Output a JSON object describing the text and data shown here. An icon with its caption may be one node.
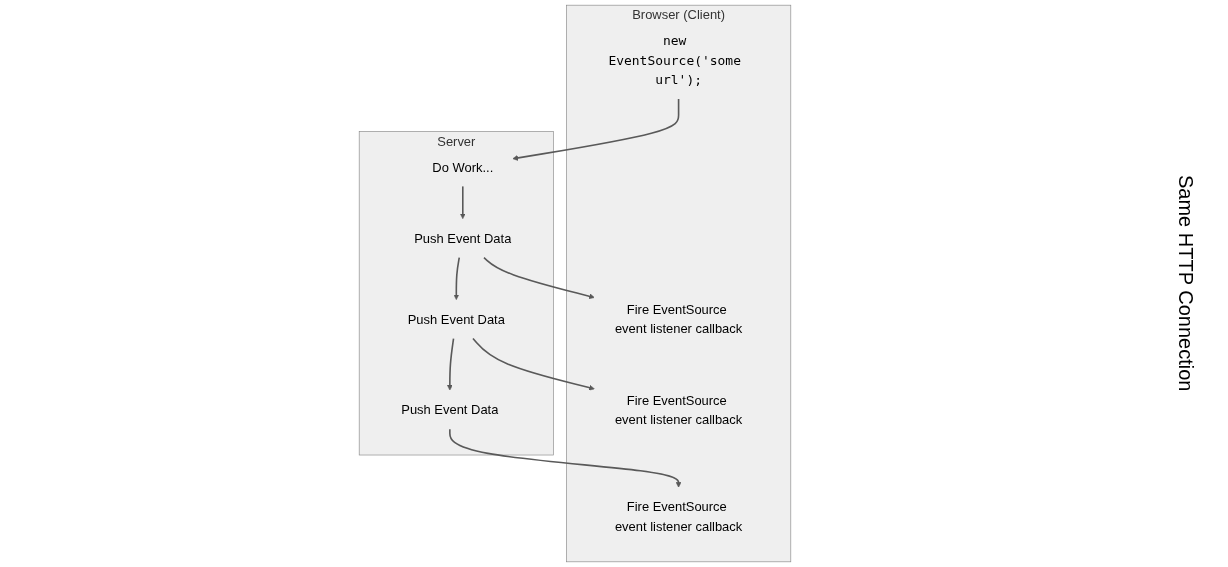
{
  "diagram": {
    "nodes": [
      {
        "text": [
          "Browser (Client)"
        ]
      },
      {
        "text": [
          "new EventSource('some url');"
        ],
        "in": 0
      },
      {
        "text": [
          "Fire EventSource event listener callback"
        ],
        "in": 0
      },
      {
        "text": [
          "Fire EventSource event listener callback"
        ],
        "in": 0
      },
      {
        "text": [
          "Fire EventSource event listener callback"
        ],
        "in": 0
      },
      {
        "text": [
          "Server"
        ]
      },
      {
        "text": [
          "Do Work..."
        ],
        "in": 5
      },
      {
        "text": [
          "Push Event Data"
        ],
        "in": 5
      },
      {
        "text": [
          "Push Event Data"
        ],
        "in": 5
      },
      {
        "text": [
          "Push Event Data"
        ],
        "in": 5
      }
    ],
    "edges": [
      {
        "from": 1,
        "to": 6,
        "arrow": "to"
      },
      {
        "from": 6,
        "to": 7,
        "arrow": "to"
      },
      {
        "from": 7,
        "to": 2,
        "arrow": "to"
      },
      {
        "from": 7,
        "to": 8,
        "arrow": "to"
      },
      {
        "from": 8,
        "to": 3,
        "arrow": "to"
      },
      {
        "from": 8,
        "to": 9,
        "arrow": "to"
      },
      {
        "from": 9,
        "to": 4,
        "arrow": "to"
      }
    ],
    "labels": [
      "Same HTTP Connection"
    ]
  }
}
